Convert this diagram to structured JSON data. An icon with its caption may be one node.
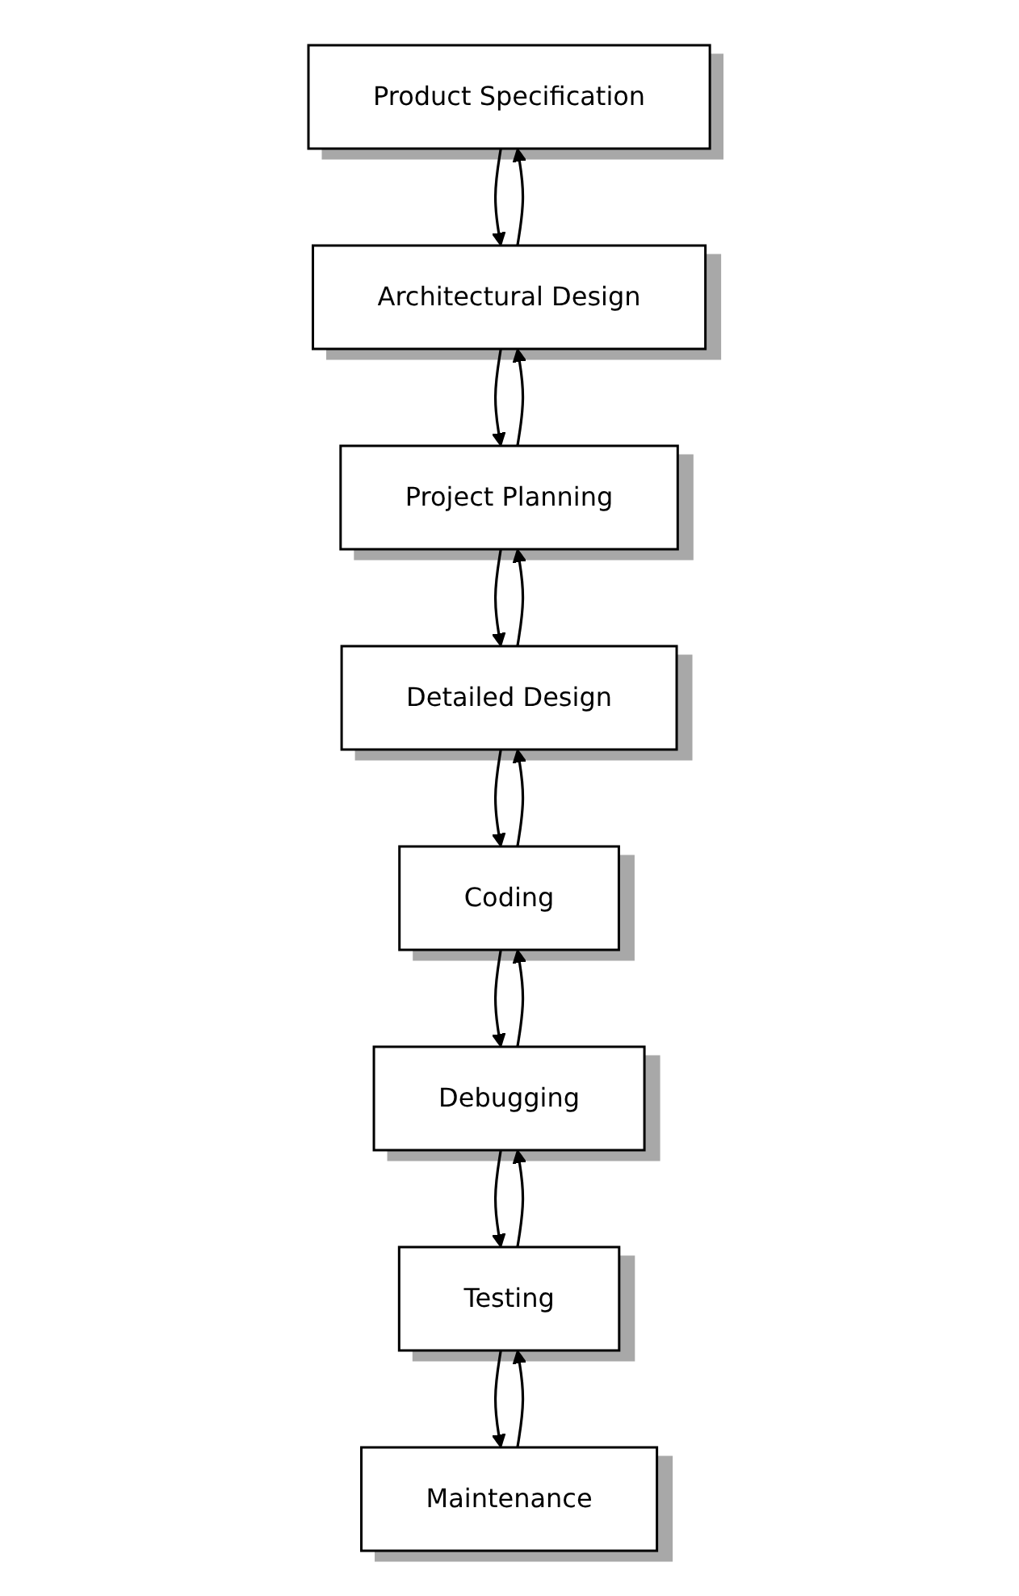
{
  "diagram": {
    "nodes": [
      {
        "text": [
          "Product Specification"
        ]
      },
      {
        "text": [
          "Architectural Design"
        ]
      },
      {
        "text": [
          "Project Planning"
        ]
      },
      {
        "text": [
          "Detailed Design"
        ]
      },
      {
        "text": [
          "Coding"
        ]
      },
      {
        "text": [
          "Debugging"
        ]
      },
      {
        "text": [
          "Testing"
        ]
      },
      {
        "text": [
          "Maintenance"
        ]
      }
    ],
    "edges": [
      {
        "from": 0,
        "to": 1,
        "arrow": "to"
      },
      {
        "from": 1,
        "to": 2,
        "arrow": "to"
      },
      {
        "from": 2,
        "to": 3,
        "arrow": "to"
      },
      {
        "from": 3,
        "to": 4,
        "arrow": "to"
      },
      {
        "from": 4,
        "to": 5,
        "arrow": "to"
      },
      {
        "from": 5,
        "to": 6,
        "arrow": "to"
      },
      {
        "from": 6,
        "to": 7,
        "arrow": "to"
      },
      {
        "from": 1,
        "to": 0,
        "arrow": "to"
      },
      {
        "from": 2,
        "to": 1,
        "arrow": "to"
      },
      {
        "from": 3,
        "to": 2,
        "arrow": "to"
      },
      {
        "from": 4,
        "to": 3,
        "arrow": "to"
      },
      {
        "from": 5,
        "to": 4,
        "arrow": "to"
      },
      {
        "from": 6,
        "to": 5,
        "arrow": "to"
      },
      {
        "from": 7,
        "to": 6,
        "arrow": "to"
      }
    ]
  }
}
